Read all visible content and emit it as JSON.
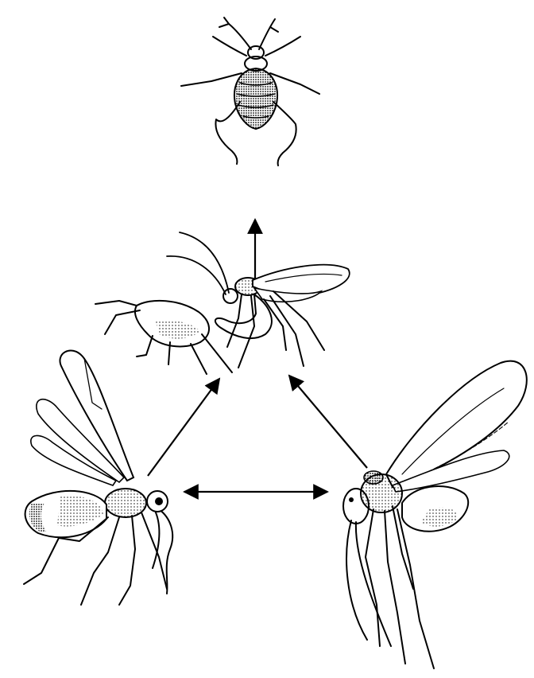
{
  "diagram": {
    "nodes": [
      {
        "id": "aphid",
        "kind": "aphid-host",
        "icon": "aphid-icon"
      },
      {
        "id": "parasitism",
        "kind": "wasp-attacking-aphid",
        "icon": "wasp-on-aphid-icon"
      },
      {
        "id": "wasp-left",
        "kind": "parasitoid-wasp",
        "icon": "wasp-icon"
      },
      {
        "id": "wasp-right",
        "kind": "parasitoid-wasp",
        "icon": "wasp-icon"
      }
    ],
    "edges": [
      {
        "from": "parasitism",
        "to": "aphid",
        "direction": "single"
      },
      {
        "from": "wasp-left",
        "to": "parasitism",
        "direction": "single"
      },
      {
        "from": "wasp-right",
        "to": "parasitism",
        "direction": "single"
      },
      {
        "from": "wasp-left",
        "to": "wasp-right",
        "direction": "double"
      }
    ],
    "colors": {
      "ink": "#000000",
      "background": "#ffffff"
    }
  }
}
